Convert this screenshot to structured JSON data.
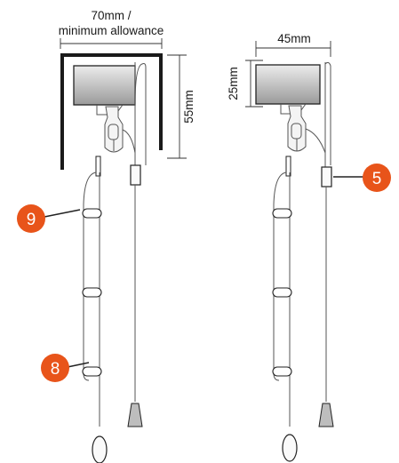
{
  "dimensions": {
    "width_left_line1": "70mm /",
    "width_left_line2": "minimum allowance",
    "height_left": "55mm",
    "width_right": "45mm",
    "height_right": "25mm"
  },
  "callouts": [
    {
      "label": "9"
    },
    {
      "label": "8"
    },
    {
      "label": "5"
    }
  ],
  "colors": {
    "callout": "#e8541a",
    "recess": "#1a1a1a",
    "headrail_top": "#ececec",
    "headrail_bottom": "#9a9a9a",
    "line": "#555555"
  }
}
